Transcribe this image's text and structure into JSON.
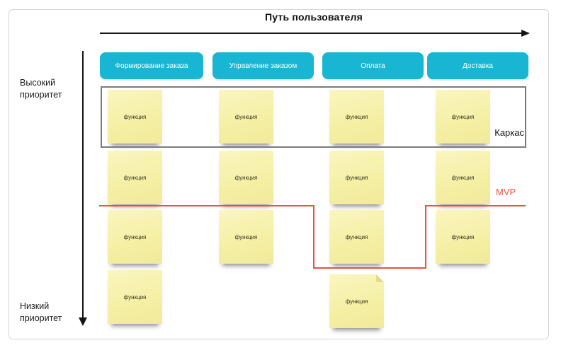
{
  "title": "Путь пользователя",
  "axis": {
    "high_label": "Высокий\nприоритет",
    "low_label": "Низкий\nприоритет"
  },
  "annotations": {
    "frame_label": "Каркас",
    "mvp_label": "MVP"
  },
  "columns": [
    {
      "header": "Формирование заказа",
      "stickies": [
        "функция",
        "функция",
        "функция",
        "функция"
      ]
    },
    {
      "header": "Управление заказом",
      "stickies": [
        "функция",
        "функция",
        "функция"
      ]
    },
    {
      "header": "Оплата",
      "stickies": [
        "функция",
        "функция",
        "функция",
        "функция"
      ]
    },
    {
      "header": "Доставка",
      "stickies": [
        "функция",
        "функция",
        "функция"
      ]
    }
  ],
  "colors": {
    "header_bg": "#18b6d2",
    "sticky_bg": "#f7f2ac",
    "mvp_line": "#e25544",
    "frame_border": "#7b7b7b"
  }
}
